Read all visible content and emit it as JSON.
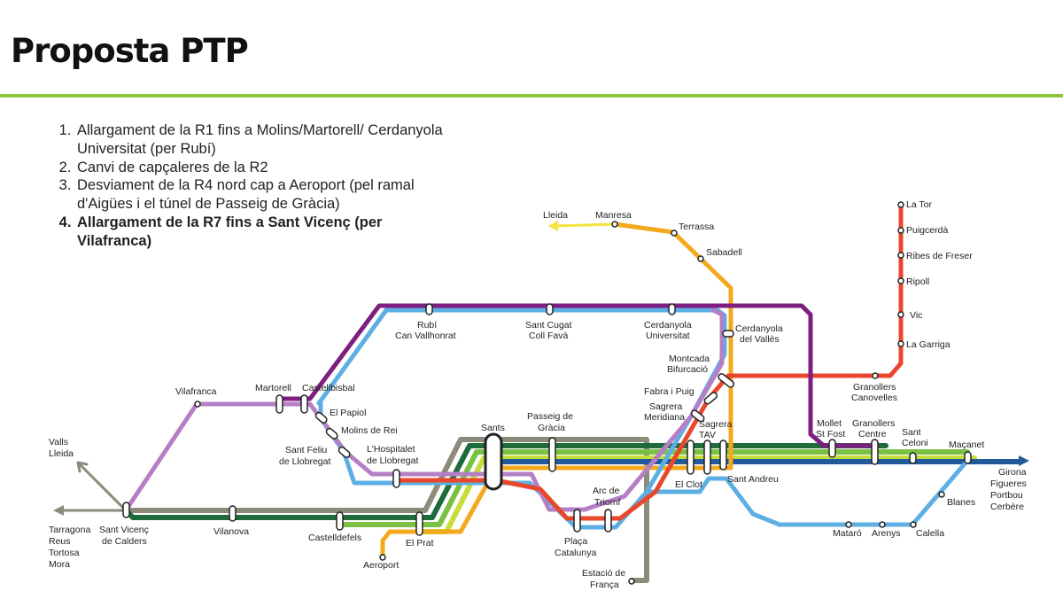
{
  "title": "Proposta PTP",
  "proposals": [
    "Allargament de la R1 fins a Molins/Martorell/ Cerdanyola Universitat (per Rubí)",
    "Canvi de capçaleres de la R2",
    "Desviament de la R4 nord cap a Aeroport (pel ramal d'Aigües i el túnel de Passeig de Gràcia)",
    "Allargament de la R7 fins a Sant Vicenç (per Vilafranca)"
  ],
  "line_colors": {
    "r1": "#5dafe3",
    "r2": "#3e9a34",
    "r2_north": "#7ac143",
    "r3": "#e8472b",
    "r4": "#f4a81d",
    "r7": "#b57fc6",
    "r8": "#7e1e80",
    "r11": "#205a9b",
    "rg1": "#c7de3a",
    "r12": "#f3e33b",
    "r15": "#8c8a78",
    "r16": "#1f6b3a"
  },
  "stations": {
    "lleida_n": "Lleida",
    "manresa": "Manresa",
    "terrassa": "Terrassa",
    "sabadell": "Sabadell",
    "la_tor": "La Tor",
    "puigcerda": "Puigcerdà",
    "ribes": "Ribes de Freser",
    "ripoll": "Ripoll",
    "vic": "Vic",
    "la_garriga": "La Garriga",
    "rubi_1": "Rubí",
    "rubi_2": "Can Vallhonrat",
    "santcugat_1": "Sant Cugat",
    "santcugat_2": "Coll Favà",
    "cerduniv_1": "Cerdanyola",
    "cerduniv_2": "Universitat",
    "cerdvalles_1": "Cerdanyola",
    "cerdvalles_2": "del Vallès",
    "montcada_1": "Montcada",
    "montcada_2": "Bifurcació",
    "fabra": "Fabra i Puig",
    "sagrera_m_1": "Sagrera",
    "sagrera_m_2": "Meridiana",
    "sagrera_tav_1": "Sagrera",
    "sagrera_tav_2": "TAV",
    "granollers_c_1": "Granollers",
    "granollers_c_2": "Canovelles",
    "mollet_1": "Mollet",
    "mollet_2": "St Fost",
    "granollers_ct_1": "Granollers",
    "granollers_ct_2": "Centre",
    "st_celoni_1": "Sant",
    "st_celoni_2": "Celoni",
    "macanet": "Maçanet",
    "girona_1": "Girona",
    "girona_2": "Figueres",
    "girona_3": "Portbou",
    "girona_4": "Cerbère",
    "vilafranca": "Vilafranca",
    "martorell": "Martorell",
    "castellbisbal": "Castellbisbal",
    "papiol": "El Papiol",
    "molins": "Molins de Rei",
    "stfeliu_1": "Sant Feliu",
    "stfeliu_2": "de Llobregat",
    "hospitalet_1": "L'Hospitalet",
    "hospitalet_2": "de Llobregat",
    "sants": "Sants",
    "pgracia_1": "Passeig de",
    "pgracia_2": "Gràcia",
    "arc_1": "Arc de",
    "arc_2": "Triomf",
    "elclot": "El Clot",
    "standreu": "Sant Andreu",
    "valls_1": "Valls",
    "valls_2": "Lleida",
    "tarragona_1": "Tarragona",
    "tarragona_2": "Reus",
    "tarragona_3": "Tortosa",
    "tarragona_4": "Mora",
    "stvicenc_1": "Sant Vicenç",
    "stvicenc_2": "de Calders",
    "vilanova": "Vilanova",
    "castelldefels": "Castelldefels",
    "elprat": "El Prat",
    "aeroport": "Aeroport",
    "placa_1": "Plaça",
    "placa_2": "Catalunya",
    "franca_1": "Estació de",
    "franca_2": "França",
    "mataro": "Mataró",
    "arenys": "Arenys",
    "calella": "Calella",
    "blanes": "Blanes"
  }
}
